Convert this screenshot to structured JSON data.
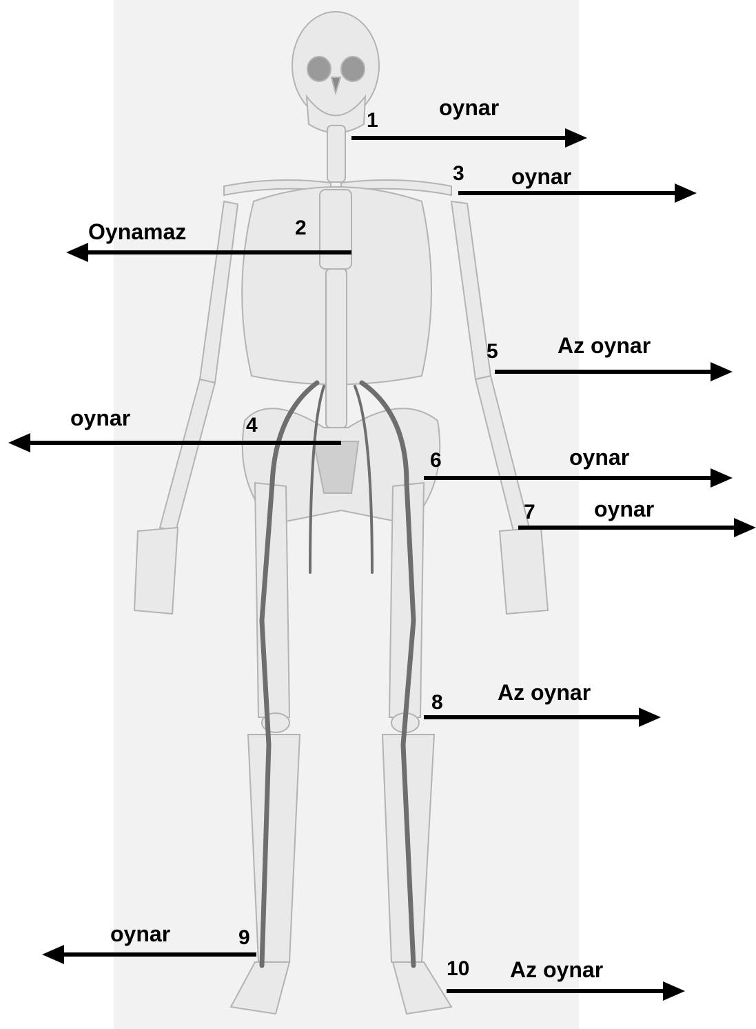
{
  "colors": {
    "bone": "#e9e9e9",
    "bone_outline": "#b3b3b3",
    "artery": "#6e6e6e",
    "arrow": "#000000",
    "panel": "#f2f2f2"
  },
  "labels": [
    {
      "id": "1",
      "number": "1",
      "text": "oynar",
      "direction": "right"
    },
    {
      "id": "2",
      "number": "2",
      "text": "Oynamaz",
      "direction": "left"
    },
    {
      "id": "3",
      "number": "3",
      "text": "oynar",
      "direction": "right"
    },
    {
      "id": "4",
      "number": "4",
      "text": "oynar",
      "direction": "left"
    },
    {
      "id": "5",
      "number": "5",
      "text": "Az oynar",
      "direction": "right"
    },
    {
      "id": "6",
      "number": "6",
      "text": "oynar",
      "direction": "right"
    },
    {
      "id": "7",
      "number": "7",
      "text": "oynar",
      "direction": "right"
    },
    {
      "id": "8",
      "number": "8",
      "text": "Az oynar",
      "direction": "right"
    },
    {
      "id": "9",
      "number": "9",
      "text": "oynar",
      "direction": "left"
    },
    {
      "id": "10",
      "number": "10",
      "text": "Az oynar",
      "direction": "right"
    }
  ]
}
